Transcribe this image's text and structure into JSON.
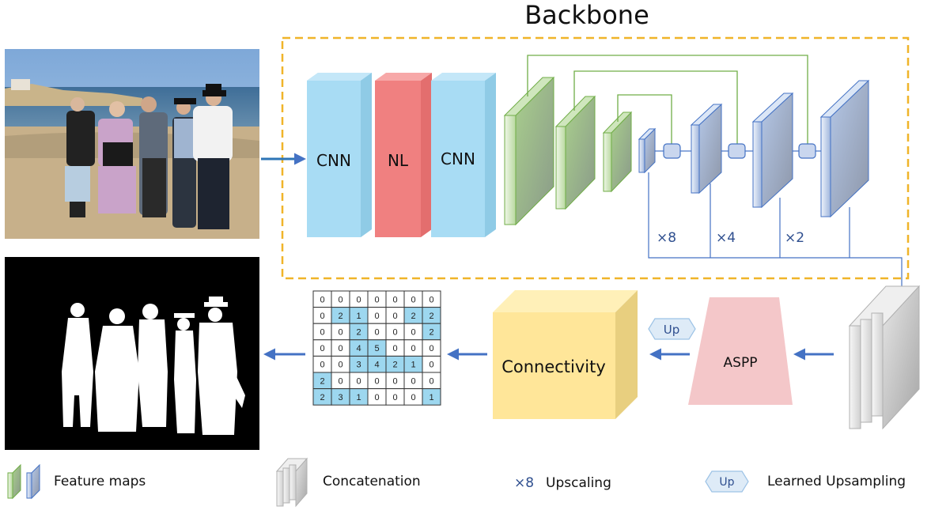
{
  "title": "Backbone",
  "blocks": {
    "cnn1": "CNN",
    "nl": "NL",
    "cnn2": "CNN"
  },
  "scales": [
    "×8",
    "×4",
    "×2"
  ],
  "up_label": "Up",
  "aspp_label": "ASPP",
  "connectivity_label": "Connectivity",
  "grid": [
    [
      0,
      0,
      0,
      0,
      0,
      0,
      0
    ],
    [
      0,
      2,
      1,
      0,
      0,
      2,
      2
    ],
    [
      0,
      0,
      2,
      0,
      0,
      0,
      2
    ],
    [
      0,
      0,
      4,
      5,
      0,
      0,
      0
    ],
    [
      0,
      0,
      3,
      4,
      2,
      1,
      0
    ],
    [
      2,
      0,
      0,
      0,
      0,
      0,
      0
    ],
    [
      2,
      3,
      1,
      0,
      0,
      0,
      1
    ]
  ],
  "highlight": [
    [
      0,
      0,
      0,
      0,
      0,
      0,
      0
    ],
    [
      0,
      1,
      1,
      0,
      0,
      1,
      1
    ],
    [
      0,
      0,
      1,
      0,
      0,
      0,
      1
    ],
    [
      0,
      0,
      1,
      1,
      0,
      0,
      0
    ],
    [
      0,
      0,
      1,
      1,
      1,
      1,
      0
    ],
    [
      1,
      0,
      0,
      0,
      0,
      0,
      0
    ],
    [
      1,
      1,
      1,
      0,
      0,
      0,
      1
    ]
  ],
  "legend": {
    "feature_maps": "Feature maps",
    "concatenation": "Concatenation",
    "upscale_symbol": "×8",
    "upscaling": "Upscaling",
    "up_symbol": "Up",
    "learned_upsampling": "Learned Upsampling"
  },
  "colors": {
    "cnn": "#a8dcf4",
    "nl": "#f08080",
    "green": "#a8d08d",
    "blue": "#b4c7e7",
    "grid_highlight": "#9dd7ef",
    "connectivity": "#ffe699",
    "aspp": "#f4c7c9",
    "dashed": "#f0b429",
    "arrow": "#4472c4",
    "connector_green": "#70ad47",
    "connector_blue": "#4472c4"
  }
}
